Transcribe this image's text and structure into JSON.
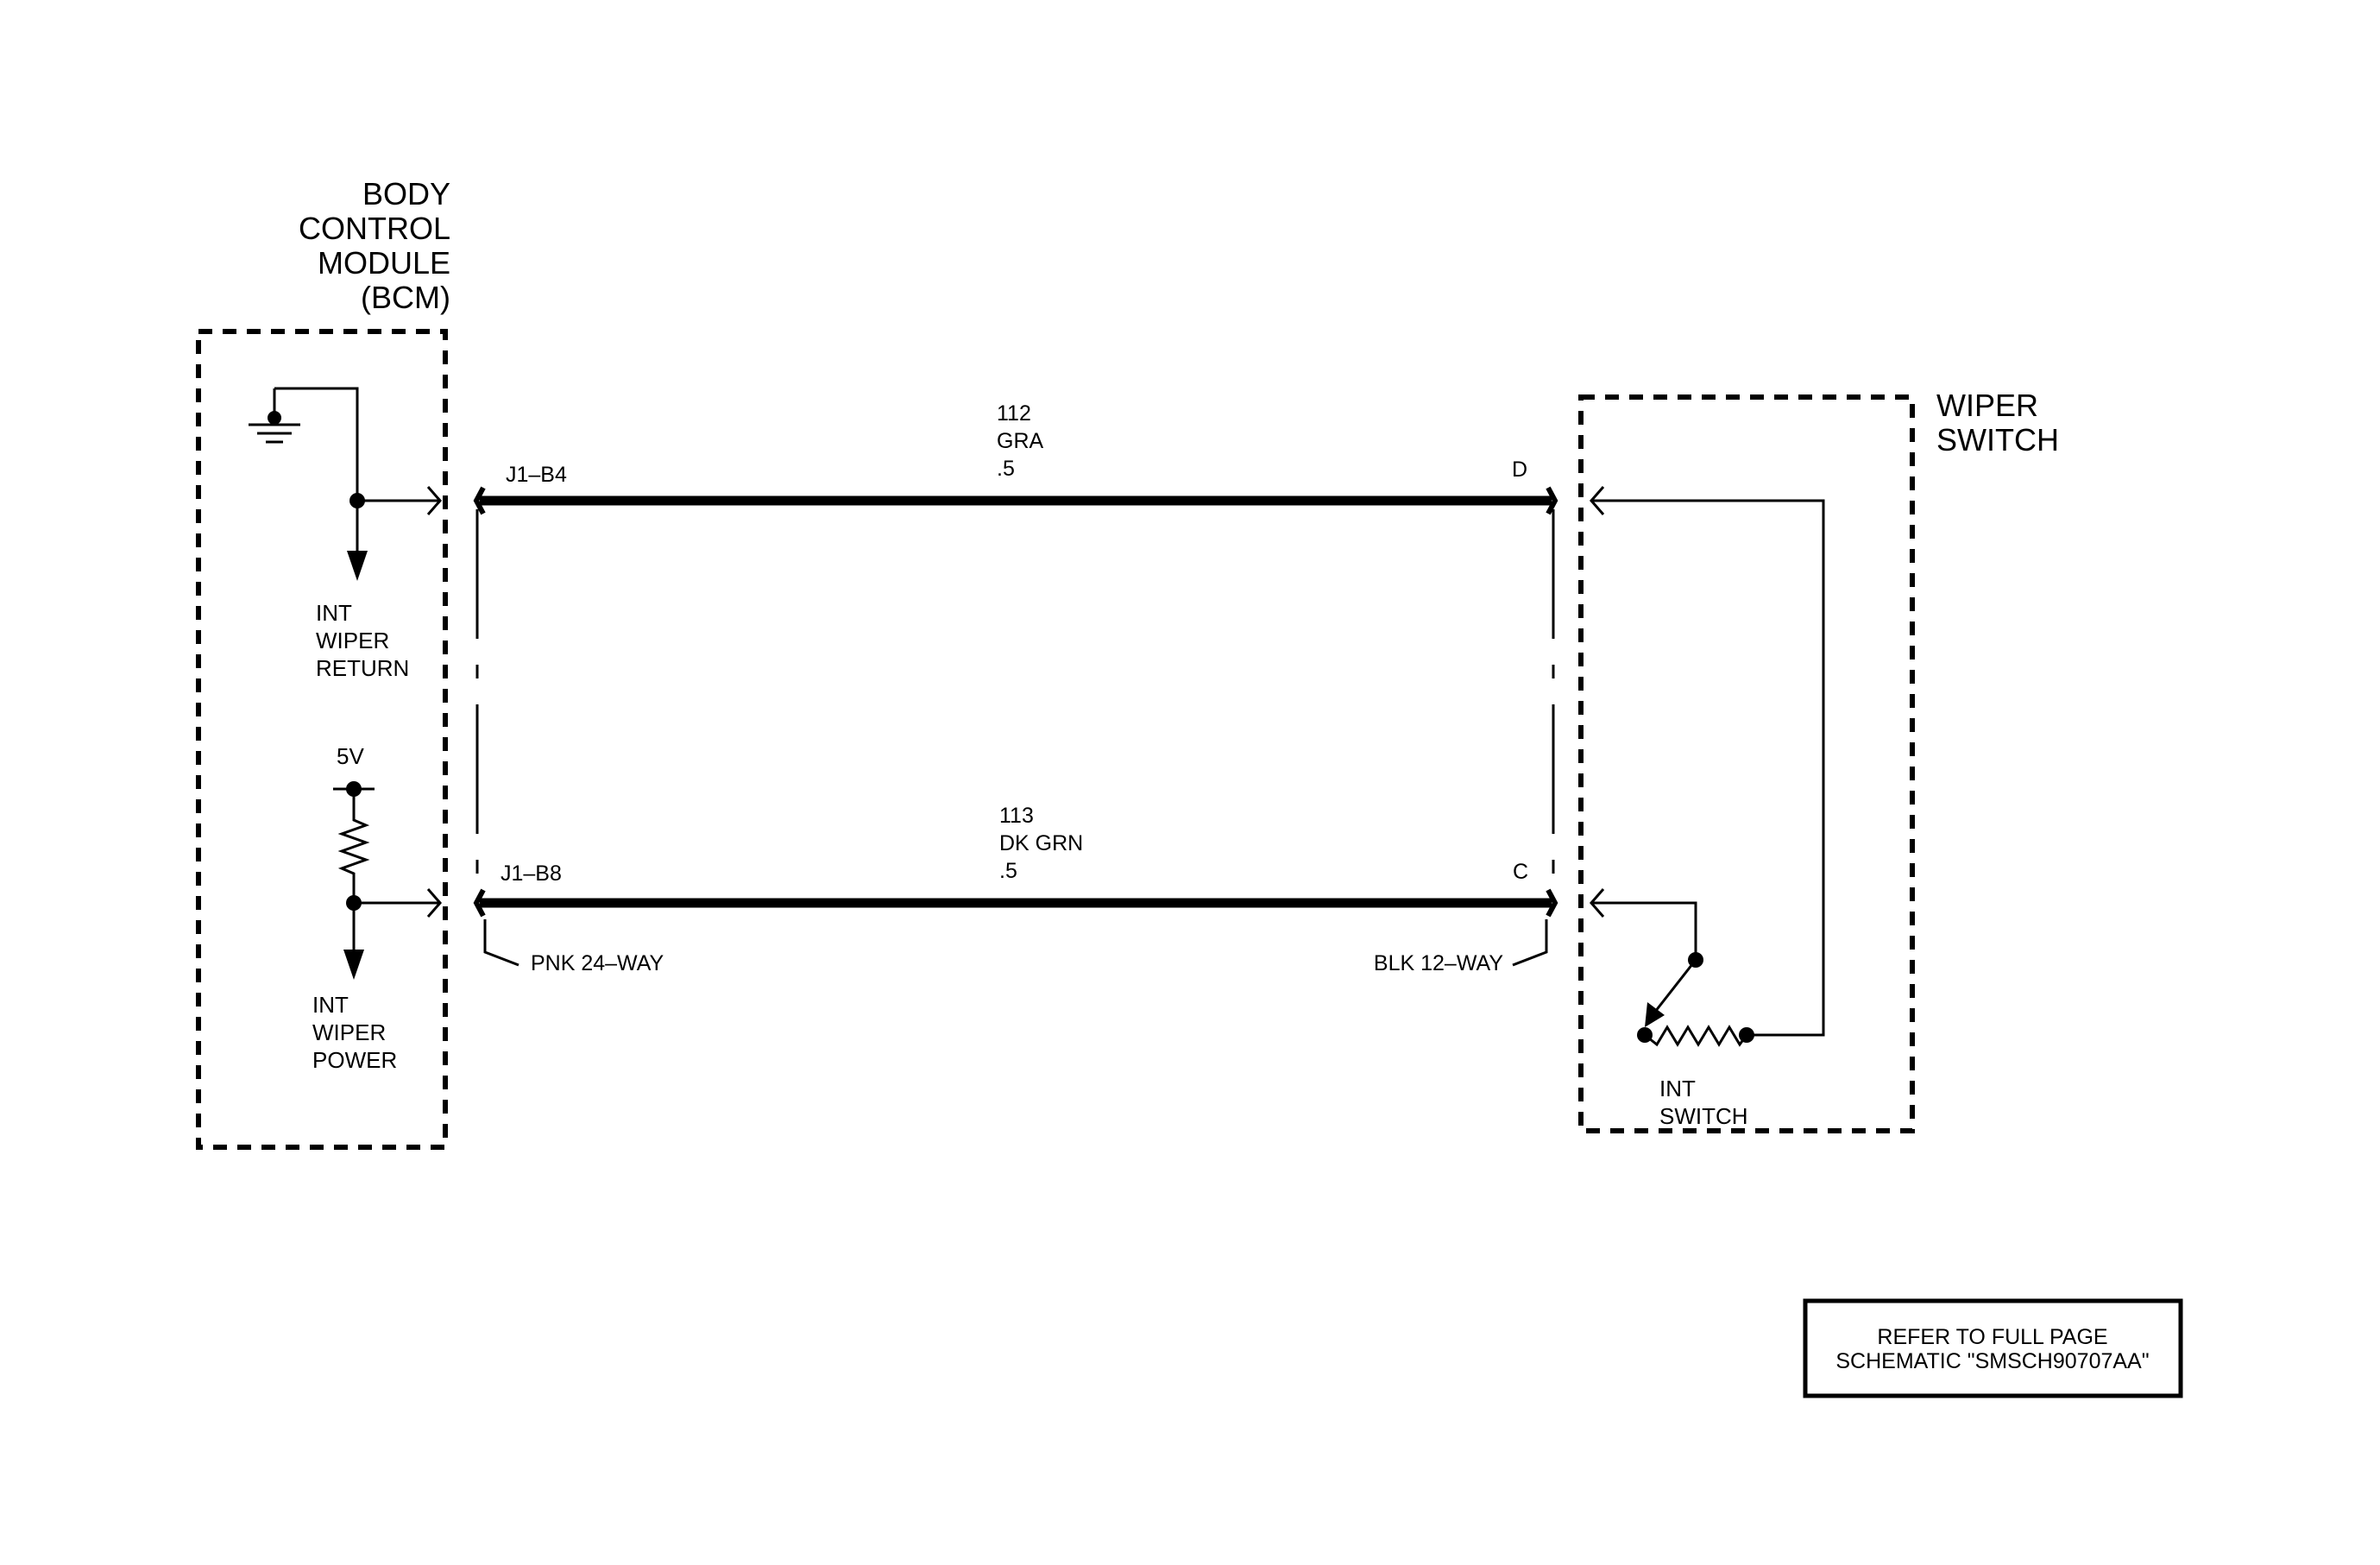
{
  "bcm": {
    "title_lines": [
      "BODY",
      "CONTROL",
      "MODULE",
      "(BCM)"
    ],
    "return_label_lines": [
      "INT",
      "WIPER",
      "RETURN"
    ],
    "power_label_lines": [
      "INT",
      "WIPER",
      "POWER"
    ],
    "supply_label": "5V",
    "connector": "PNK 24–WAY"
  },
  "wiper_switch": {
    "title_lines": [
      "WIPER",
      "SWITCH"
    ],
    "int_switch_lines": [
      "INT",
      "SWITCH"
    ],
    "connector": "BLK 12–WAY"
  },
  "circuits": [
    {
      "number": "112",
      "color": "GRA",
      "gauge": ".5",
      "bcm_pin": "J1–B4",
      "switch_pin": "D"
    },
    {
      "number": "113",
      "color": "DK GRN",
      "gauge": ".5",
      "bcm_pin": "J1–B8",
      "switch_pin": "C"
    }
  ],
  "note_lines": [
    "REFER TO FULL PAGE",
    "SCHEMATIC \"SMSCH90707AA\""
  ]
}
